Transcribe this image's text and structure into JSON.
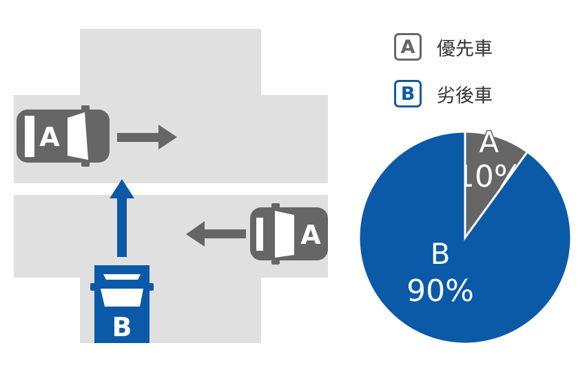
{
  "colors": {
    "priority": "#666666",
    "secondary": "#0b5aa8",
    "road": "#e0e0e0"
  },
  "legend": [
    {
      "badge": "A",
      "label": "優先車"
    },
    {
      "badge": "B",
      "label": "劣後車"
    }
  ],
  "cars": {
    "a_label": "A",
    "b_label": "B"
  },
  "chart_data": {
    "type": "pie",
    "slices": [
      {
        "label": "A",
        "value": 10,
        "display": "10%",
        "color": "#666666"
      },
      {
        "label": "B",
        "value": 90,
        "display": "90%",
        "color": "#0b5aa8"
      }
    ]
  }
}
